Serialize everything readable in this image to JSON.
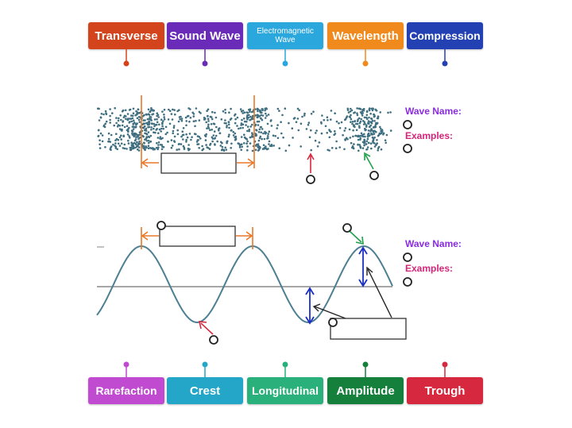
{
  "top_tiles": [
    {
      "label": "Transverse",
      "color": "#d4441c",
      "pin_color": "#d4441c"
    },
    {
      "label": "Sound Wave",
      "color": "#6a2bb8",
      "pin_color": "#6a2bb8"
    },
    {
      "label": "Electromagnetic Wave",
      "color": "#2aa7dc",
      "pin_color": "#2aa7dc"
    },
    {
      "label": "Wavelength",
      "color": "#f08a1c",
      "pin_color": "#f08a1c"
    },
    {
      "label": "Compression",
      "color": "#2441b4",
      "pin_color": "#2441b4"
    }
  ],
  "bottom_tiles": [
    {
      "label": "Rarefaction",
      "color": "#c04ad0",
      "pin_color": "#c04ad0"
    },
    {
      "label": "Crest",
      "color": "#24a6c8",
      "pin_color": "#24a6c8"
    },
    {
      "label": "Longitudinal",
      "color": "#2ab07a",
      "pin_color": "#2ab07a"
    },
    {
      "label": "Amplitude",
      "color": "#15803c",
      "pin_color": "#15803c"
    },
    {
      "label": "Trough",
      "color": "#d6283e",
      "pin_color": "#d6283e"
    }
  ],
  "longitudinal_panel": {
    "wave_name_label": "Wave Name:",
    "examples_label": "Examples:"
  },
  "transverse_panel": {
    "wave_name_label": "Wave Name:",
    "examples_label": "Examples:"
  },
  "colors": {
    "particles": "#3f6f80",
    "wavelength_marker": "#e8782a",
    "wave_line": "#4d7f92",
    "axis": "#888888",
    "amplitude_arrow": "#1a2fc4",
    "pointer_red": "#d6283e",
    "pointer_green": "#1fa24a"
  }
}
